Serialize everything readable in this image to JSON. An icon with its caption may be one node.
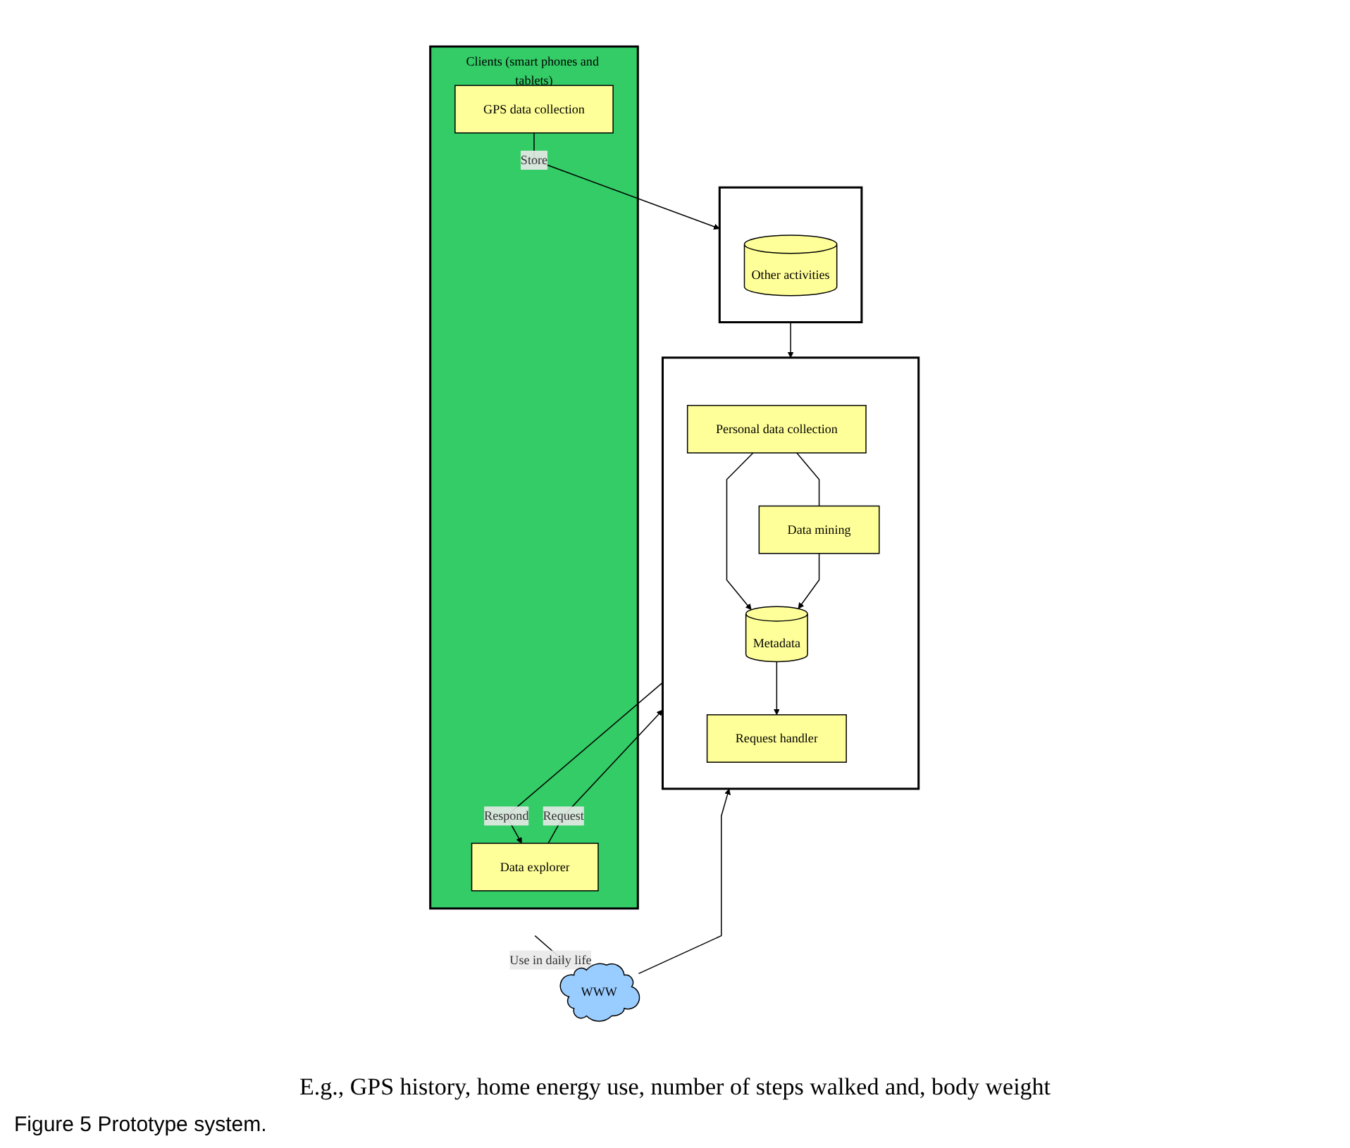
{
  "diagram": {
    "caption": "Figure 5 Prototype system.",
    "nodes": [
      {
        "text": [
          "WWW"
        ]
      },
      {
        "text": [],
        "shape": "box"
      },
      {
        "text": [
          "Personal data collection"
        ],
        "in": 1
      },
      {
        "text": [
          "Data mining"
        ],
        "in": 1
      },
      {
        "text": [
          "Metadata"
        ],
        "in": 1
      },
      {
        "text": [
          "Request handler"
        ],
        "in": 1
      },
      {
        "text": [],
        "shape": "box"
      },
      {
        "text": [
          "Other activities"
        ],
        "in": 6
      },
      {
        "text": [
          "Clients (smart phones and tablets)"
        ]
      },
      {
        "text": [
          "Data explorer"
        ],
        "in": 8
      },
      {
        "text": [
          "GPS data collection"
        ],
        "in": 8
      }
    ],
    "edges": [
      {
        "from": 0,
        "to": 1,
        "arrow": "to"
      },
      {
        "from": 6,
        "to": 1,
        "arrow": "to"
      },
      {
        "from": 2,
        "to": 3,
        "arrow": "none"
      },
      {
        "from": 2,
        "to": 4,
        "arrow": "to"
      },
      {
        "from": 3,
        "to": 4,
        "arrow": "to"
      },
      {
        "from": 4,
        "to": 5,
        "arrow": "to"
      },
      {
        "from": 1,
        "to": 9,
        "label": "Respond",
        "arrow": "to"
      },
      {
        "from": 9,
        "to": 1,
        "label": "Request",
        "arrow": "to"
      },
      {
        "from": 10,
        "to": 6,
        "label": "Store",
        "arrow": "to"
      },
      {
        "from": 8,
        "to": 0,
        "label": "Use in daily life",
        "arrow": "to"
      }
    ],
    "labels": [
      "E.g., GPS history, home energy use, number of steps walked and, body weight"
    ]
  }
}
